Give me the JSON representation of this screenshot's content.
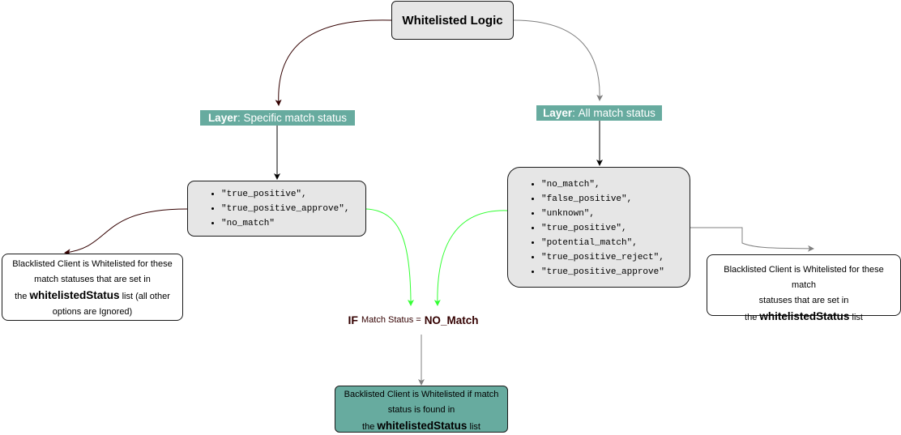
{
  "title": "Whitelisted Logic",
  "layers": {
    "left": {
      "prefix": "Layer",
      "sep": ":",
      "label": "Specific match status"
    },
    "right": {
      "prefix": "Layer",
      "sep": ":",
      "label": "All match status"
    }
  },
  "left_list": [
    "\"true_positive\",",
    "\"true_positive_approve\",",
    "\"no_match\""
  ],
  "right_list": [
    "\"no_match\",",
    "\"false_positive\",",
    "\"unknown\",",
    "\"true_positive\",",
    "\"potential_match\",",
    "\"true_positive_reject\",",
    "\"true_positive_approve\""
  ],
  "left_note": {
    "line1": "Blacklisted Client is Whitelisted for these",
    "line2": "match statuses that are set in",
    "line3_prefix": "the ",
    "line3_bold": "whitelistedStatus",
    "line3_suffix": " list (all other",
    "line4": "options are Ignored)"
  },
  "right_note": {
    "line1": "Blacklisted Client is Whitelisted for these match",
    "line2": "statuses that are set in",
    "line3_prefix": "the ",
    "line3_bold": "whitelistedStatus",
    "line3_suffix": " list"
  },
  "condition": {
    "keyword": "IF",
    "text": "Match Status =",
    "value": "NO_Match"
  },
  "result": {
    "line1": "Backlisted Client is Whitelisted if match",
    "line2": "status is found in",
    "line3_prefix": "the ",
    "line3_bold": "whitelistedStatus",
    "line3_suffix": " list"
  },
  "colors": {
    "teal": "#67ab9f",
    "box_gray": "#e6e6e6",
    "dark_red_arrow": "#330000",
    "gray_arrow": "#808080",
    "green_arrow": "#33ff33",
    "black": "#000000"
  }
}
